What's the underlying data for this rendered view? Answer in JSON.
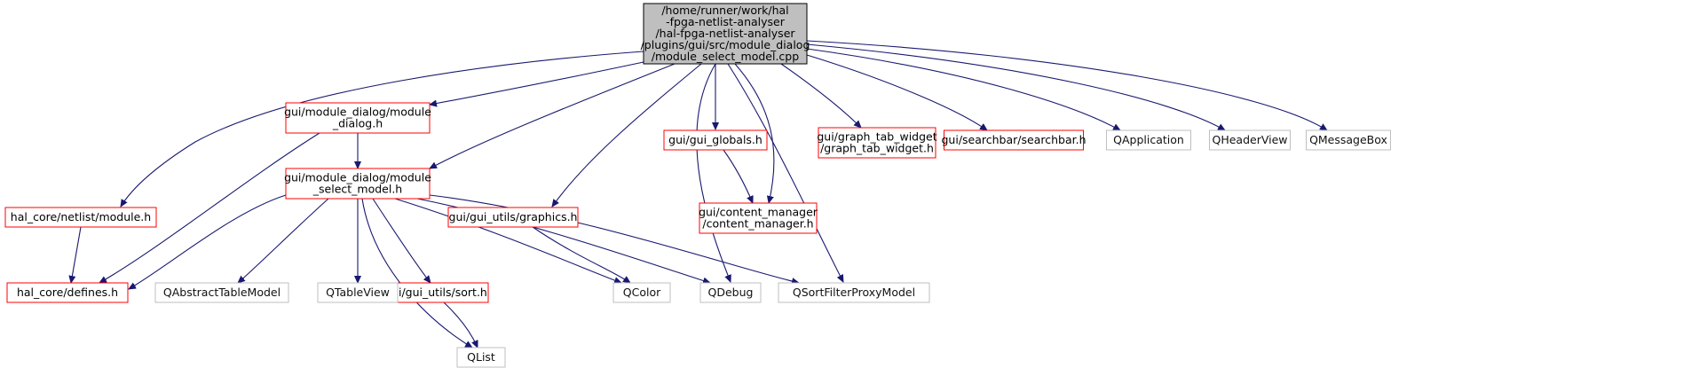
{
  "diagram": {
    "style": {
      "root_fill": "#bfbfbf",
      "root_stroke": "#000000",
      "documented_stroke": "#ff0000",
      "external_stroke": "#bfbfbf",
      "edge_color": "#191970",
      "background": "#ffffff"
    },
    "nodes": [
      {
        "id": "root",
        "kind": "root",
        "lines": [
          "/home/runner/work/hal",
          "-fpga-netlist-analyser",
          "/hal-fpga-netlist-analyser",
          "/plugins/gui/src/module_dialog",
          "/module_select_model.cpp"
        ]
      },
      {
        "id": "netlist_module",
        "kind": "documented",
        "lines": [
          "hal_core/netlist/module.h"
        ]
      },
      {
        "id": "module_dialog_h",
        "kind": "documented",
        "lines": [
          "gui/module_dialog/module",
          "_dialog.h"
        ]
      },
      {
        "id": "module_select_model_h",
        "kind": "documented",
        "lines": [
          "gui/module_dialog/module",
          "_select_model.h"
        ]
      },
      {
        "id": "graphics_h",
        "kind": "documented",
        "lines": [
          "gui/gui_utils/graphics.h"
        ]
      },
      {
        "id": "gui_globals_h",
        "kind": "documented",
        "lines": [
          "gui/gui_globals.h"
        ]
      },
      {
        "id": "graph_tab_widget_h",
        "kind": "documented",
        "lines": [
          "gui/graph_tab_widget",
          "/graph_tab_widget.h"
        ]
      },
      {
        "id": "searchbar_h",
        "kind": "documented",
        "lines": [
          "gui/searchbar/searchbar.h"
        ]
      },
      {
        "id": "content_manager_h",
        "kind": "documented",
        "lines": [
          "gui/content_manager",
          "/content_manager.h"
        ]
      },
      {
        "id": "defines_h",
        "kind": "documented",
        "lines": [
          "hal_core/defines.h"
        ]
      },
      {
        "id": "sort_h",
        "kind": "documented",
        "lines": [
          "gui/gui_utils/sort.h"
        ]
      },
      {
        "id": "QApplication",
        "kind": "external",
        "lines": [
          "QApplication"
        ]
      },
      {
        "id": "QHeaderView",
        "kind": "external",
        "lines": [
          "QHeaderView"
        ]
      },
      {
        "id": "QMessageBox",
        "kind": "external",
        "lines": [
          "QMessageBox"
        ]
      },
      {
        "id": "QAbstractTableModel",
        "kind": "external",
        "lines": [
          "QAbstractTableModel"
        ]
      },
      {
        "id": "QTableView",
        "kind": "external",
        "lines": [
          "QTableView"
        ]
      },
      {
        "id": "QColor",
        "kind": "external",
        "lines": [
          "QColor"
        ]
      },
      {
        "id": "QDebug",
        "kind": "external",
        "lines": [
          "QDebug"
        ]
      },
      {
        "id": "QSortFilterProxyModel",
        "kind": "external",
        "lines": [
          "QSortFilterProxyModel"
        ]
      },
      {
        "id": "QList",
        "kind": "external",
        "lines": [
          "QList"
        ]
      }
    ],
    "edges": [
      {
        "from": "root",
        "to": "netlist_module"
      },
      {
        "from": "root",
        "to": "module_dialog_h"
      },
      {
        "from": "root",
        "to": "module_select_model_h"
      },
      {
        "from": "root",
        "to": "graphics_h"
      },
      {
        "from": "root",
        "to": "QDebug"
      },
      {
        "from": "root",
        "to": "QSortFilterProxyModel"
      },
      {
        "from": "root",
        "to": "gui_globals_h"
      },
      {
        "from": "root",
        "to": "content_manager_h"
      },
      {
        "from": "root",
        "to": "graph_tab_widget_h"
      },
      {
        "from": "root",
        "to": "searchbar_h"
      },
      {
        "from": "root",
        "to": "QApplication"
      },
      {
        "from": "root",
        "to": "QHeaderView"
      },
      {
        "from": "root",
        "to": "QMessageBox"
      },
      {
        "from": "netlist_module",
        "to": "defines_h"
      },
      {
        "from": "module_dialog_h",
        "to": "defines_h"
      },
      {
        "from": "module_dialog_h",
        "to": "module_select_model_h"
      },
      {
        "from": "module_select_model_h",
        "to": "defines_h"
      },
      {
        "from": "module_select_model_h",
        "to": "QAbstractTableModel"
      },
      {
        "from": "module_select_model_h",
        "to": "QTableView"
      },
      {
        "from": "module_select_model_h",
        "to": "QList"
      },
      {
        "from": "module_select_model_h",
        "to": "sort_h"
      },
      {
        "from": "module_select_model_h",
        "to": "QColor"
      },
      {
        "from": "module_select_model_h",
        "to": "QDebug"
      },
      {
        "from": "module_select_model_h",
        "to": "QSortFilterProxyModel"
      },
      {
        "from": "graphics_h",
        "to": "QColor"
      },
      {
        "from": "gui_globals_h",
        "to": "content_manager_h"
      },
      {
        "from": "sort_h",
        "to": "QList"
      }
    ]
  }
}
